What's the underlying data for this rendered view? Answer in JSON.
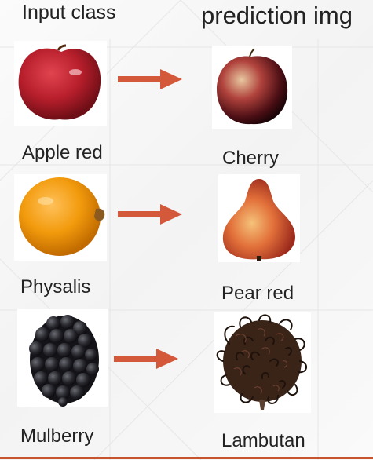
{
  "headers": {
    "input_class": "Input class",
    "prediction": "prediction img"
  },
  "rows": [
    {
      "input_label": "Apple red",
      "predicted_label": "Cherry"
    },
    {
      "input_label": "Physalis",
      "predicted_label": "Pear red"
    },
    {
      "input_label": "Mulberry",
      "predicted_label": "Lambutan"
    }
  ],
  "colors": {
    "arrow": "#d4583a",
    "accent_line": "#c8542d"
  }
}
